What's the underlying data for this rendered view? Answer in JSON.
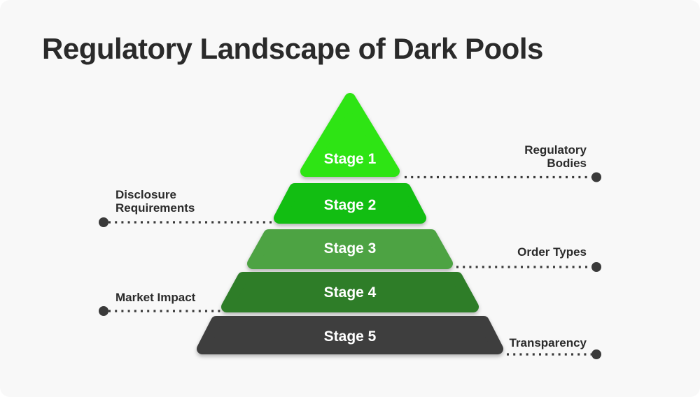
{
  "page": {
    "background_color": "#ffffff",
    "card_background_color": "#f8f8f8"
  },
  "header": {
    "title": "Regulatory Landscape of Dark Pools",
    "title_color": "#2a2a2a"
  },
  "pyramid": {
    "label_color": "#ffffff",
    "stages": [
      {
        "label": "Stage 1",
        "color": "#2ee414"
      },
      {
        "label": "Stage 2",
        "color": "#12be12"
      },
      {
        "label": "Stage 3",
        "color": "#4da343"
      },
      {
        "label": "Stage 4",
        "color": "#2e7d28"
      },
      {
        "label": "Stage 5",
        "color": "#3e3e3e"
      }
    ]
  },
  "callouts": {
    "connector_color": "#3a3a3a",
    "left": [
      {
        "label": "Disclosure Requirements",
        "connects_to": "Stage 2"
      },
      {
        "label": "Market Impact",
        "connects_to": "Stage 4"
      }
    ],
    "right": [
      {
        "label": "Regulatory Bodies",
        "connects_to": "Stage 1"
      },
      {
        "label": "Order Types",
        "connects_to": "Stage 3"
      },
      {
        "label": "Transparency",
        "connects_to": "Stage 5"
      }
    ]
  }
}
